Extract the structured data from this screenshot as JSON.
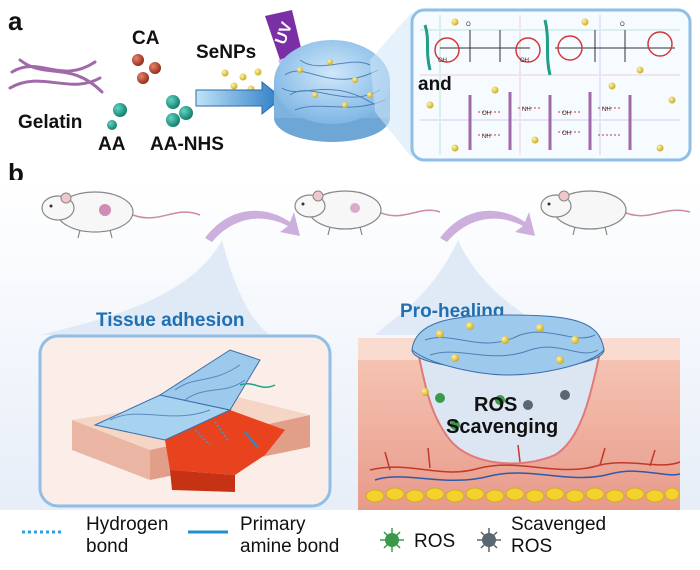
{
  "panel_a": {
    "letter": "a",
    "reagents": {
      "gelatin": "Gelatin",
      "ca": "CA",
      "aa": "AA",
      "aa_nhs": "AA-NHS",
      "senps": "SeNPs",
      "uv": "UV"
    },
    "network_connector": "and",
    "chem_labels": {
      "oh": "OH",
      "nh": "NH",
      "o": "O"
    }
  },
  "panel_b": {
    "letter": "b",
    "left_title": "Tissue adhesion",
    "right_title": "Pro-healing",
    "ros_label_line1": "ROS",
    "ros_label_line2": "Scavenging"
  },
  "legend": {
    "hydrogen_line1": "Hydrogen",
    "hydrogen_line2": "bond",
    "primary_line1": "Primary",
    "primary_line2": "amine bond",
    "ros": "ROS",
    "scavenged_line1": "Scavenged",
    "scavenged_line2": "ROS"
  },
  "colors": {
    "blue_title": "#1f6fb2",
    "gelatin_purple": "#a06aa8",
    "ca_red": "#b8432e",
    "aa_teal": "#1f9e8a",
    "senp_yellow": "#e3c83a",
    "uv_purple": "#7b2fa5",
    "hydrogel_blue": "#8fc4ec",
    "wound_red": "#e8421e",
    "ros_green": "#3b9a4a",
    "scavenged_gray": "#5a6670"
  }
}
